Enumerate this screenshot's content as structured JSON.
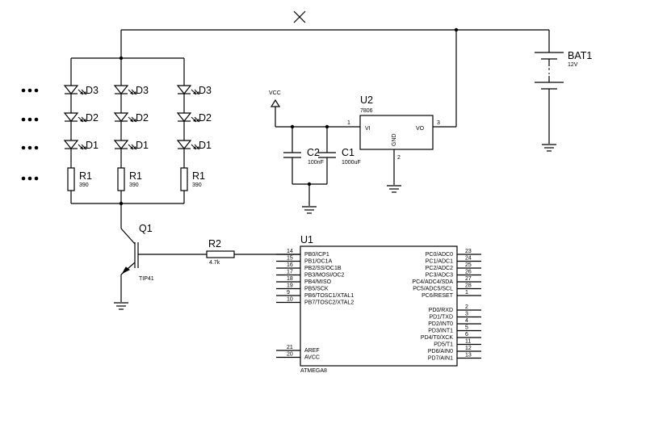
{
  "battery": {
    "ref": "BAT1",
    "value": "12V"
  },
  "vcc_label": "VCC",
  "regulator": {
    "ref": "U2",
    "part": "7806",
    "pin_vi": "VI",
    "pin_vo": "VO",
    "pin_gnd": "GND",
    "pin1": "1",
    "pin2": "2",
    "pin3": "3"
  },
  "capacitors": [
    {
      "ref": "C2",
      "value": "100nF"
    },
    {
      "ref": "C1",
      "value": "1000uF"
    }
  ],
  "led_refs": [
    "D3",
    "D2",
    "D1"
  ],
  "column_resistor": {
    "ref": "R1",
    "value": "390"
  },
  "transistor": {
    "ref": "Q1",
    "part": "TIP41"
  },
  "base_resistor": {
    "ref": "R2",
    "value": "4.7k"
  },
  "mcu": {
    "ref": "U1",
    "part": "ATMEGA8",
    "left_pins": [
      {
        "num": "14",
        "name": "PB0/ICP1"
      },
      {
        "num": "15",
        "name": "PB1/OC1A"
      },
      {
        "num": "16",
        "name": "PB2/SS/OC1B"
      },
      {
        "num": "17",
        "name": "PB3/MOSI/OC2"
      },
      {
        "num": "18",
        "name": "PB4/MISO"
      },
      {
        "num": "19",
        "name": "PB5/SCK"
      },
      {
        "num": "9",
        "name": "PB6/TOSC1/XTAL1"
      },
      {
        "num": "10",
        "name": "PB7/TOSC2/XTAL2"
      }
    ],
    "left_pins_bottom": [
      {
        "num": "21",
        "name": "AREF"
      },
      {
        "num": "20",
        "name": "AVCC"
      }
    ],
    "right_pins_c": [
      {
        "num": "23",
        "name": "PC0/ADC0"
      },
      {
        "num": "24",
        "name": "PC1/ADC1"
      },
      {
        "num": "25",
        "name": "PC2/ADC2"
      },
      {
        "num": "26",
        "name": "PC3/ADC3"
      },
      {
        "num": "27",
        "name": "PC4/ADC4/SDA"
      },
      {
        "num": "28",
        "name": "PC5/ADC5/SCL"
      },
      {
        "num": "1",
        "name": "PC6/RESET"
      }
    ],
    "right_pins_d": [
      {
        "num": "2",
        "name": "PD0/RXD"
      },
      {
        "num": "3",
        "name": "PD1/TXD"
      },
      {
        "num": "4",
        "name": "PD2/INT0"
      },
      {
        "num": "5",
        "name": "PD3/INT1"
      },
      {
        "num": "6",
        "name": "PD4/T0/XCK"
      },
      {
        "num": "11",
        "name": "PD5/T1"
      },
      {
        "num": "12",
        "name": "PD6/AIN0"
      },
      {
        "num": "13",
        "name": "PD7/AIN1"
      }
    ]
  }
}
